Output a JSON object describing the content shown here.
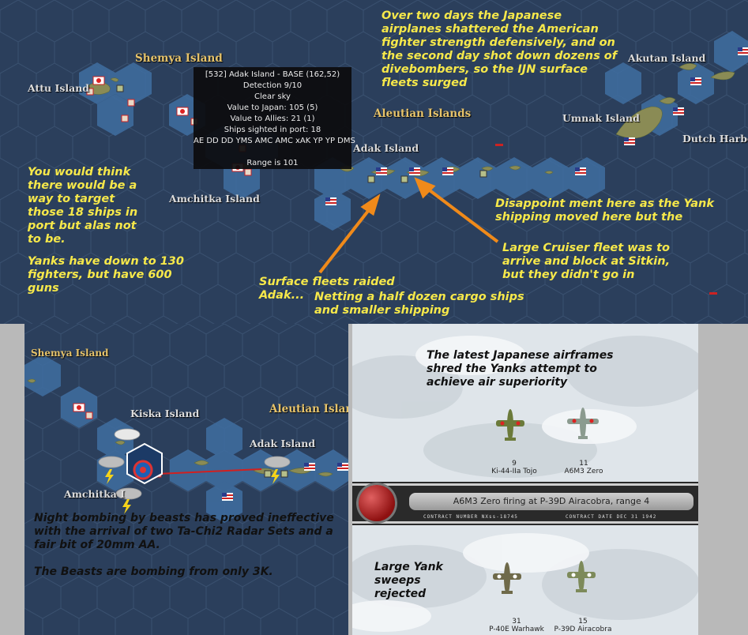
{
  "top_map": {
    "places": {
      "shemya": "Shemya Island",
      "attu": "Attu Island",
      "aleutian": "Aleutian Islands",
      "adak": "Adak Island",
      "amchitka": "Amchitka Island",
      "umnak": "Umnak Island",
      "akutan": "Akutan Island",
      "dutch": "Dutch Harbor"
    },
    "tooltip": {
      "title": "[532] Adak Island  - BASE  (162,52)",
      "detection": "Detection 9/10",
      "weather": "Clear sky",
      "value_japan": "Value to Japan: 105 (5)",
      "value_allies": "Value to Allies: 21 (1)",
      "ships": "Ships sighted in port: 18",
      "ship_types": "AE DD DD YMS AMC AMC xAK YP YP DMS",
      "range": "Range is 101"
    },
    "annotations": {
      "top_right": "Over two days the Japanese airplanes shattered the American fighter strength defensively, and on the second day shot down dozens of divebombers, so the IJN surface fleets surged",
      "left_1": "You would think there would be a way to target those 18 ships in port but alas not to be.",
      "left_2": "Yanks have down to 130 fighters, but have 600 guns",
      "right_1": "Disappoint ment here as the Yank shipping moved here but the",
      "right_2": "Large Cruiser fleet was to arrive and block at Sitkin, but they didn't go in",
      "bottom_1": "Surface fleets raided Adak...",
      "bottom_2": "Netting a half dozen cargo ships and smaller shipping"
    }
  },
  "bottom_map": {
    "places": {
      "shemya": "Shemya Island",
      "kiska": "Kiska Island",
      "aleutian": "Aleutian Island",
      "adak": "Adak Island",
      "amchitka": "Amchitka I"
    },
    "annotations": {
      "text_1": "Night bombing by beasts has proved ineffective with the arrival of two Ta-Chi2 Radar Sets and a fair bit of 20mm AA.",
      "text_2": "The Beasts are bombing from only 3K."
    }
  },
  "combat": {
    "caption_top": "The latest Japanese airframes shred the Yanks attempt to achieve air superiority",
    "japanese": [
      {
        "count": "9",
        "name": "Ki-44-IIa Tojo"
      },
      {
        "count": "11",
        "name": "A6M3 Zero"
      }
    ],
    "banner": "A6M3 Zero firing at P-39D Airacobra, range 4",
    "contract_number": "CONTRACT NUMBER   NXss-18745",
    "contract_date": "CONTRACT DATE  DEC 31 1942",
    "caption_bottom": "Large Yank sweeps rejected",
    "american": [
      {
        "count": "31",
        "name": "P-40E Warhawk"
      },
      {
        "count": "15",
        "name": "P-39D Airacobra"
      }
    ]
  },
  "colors": {
    "sea": "#2b3f5c",
    "annotation": "#f6e84a",
    "arrow": "#f08a1a"
  }
}
